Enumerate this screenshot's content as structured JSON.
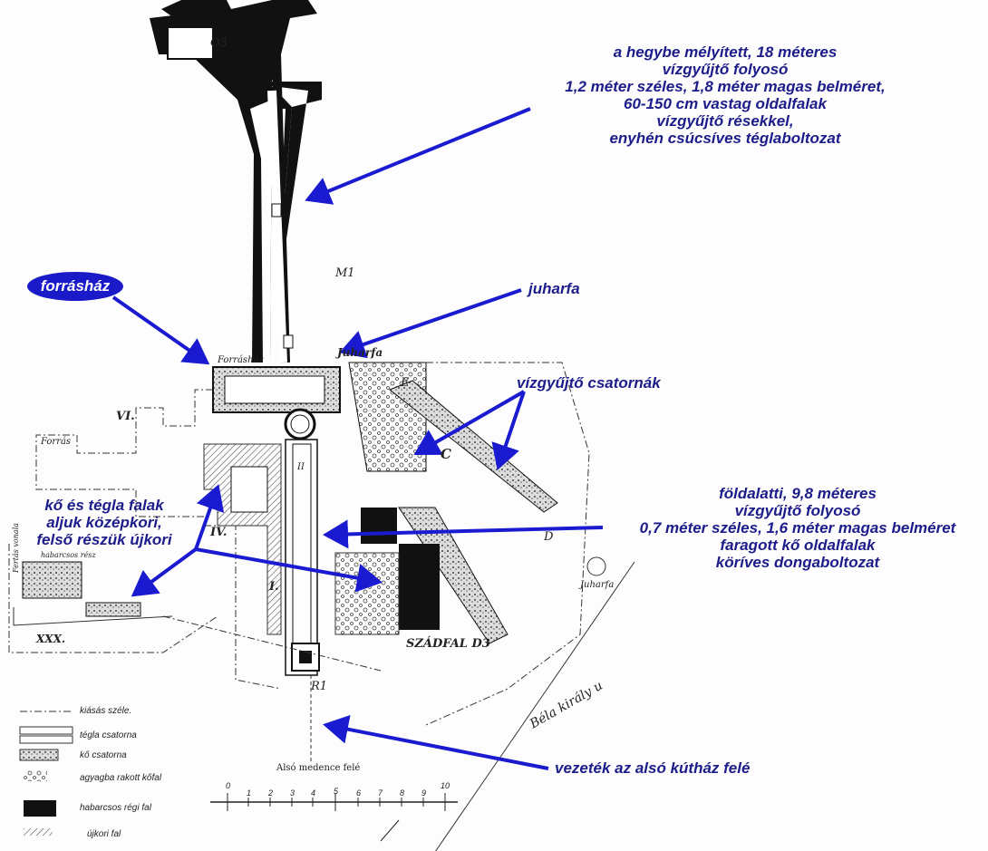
{
  "annotations": {
    "corridor_upper": [
      "a hegybe mélyített, 18 méteres",
      "vízgyűjtő folyosó",
      "1,2 méter széles, 1,8 méter magas belméret,",
      "60-150 cm vastag oldalfalak",
      "vízgyűjtő résekkel,",
      "enyhén csúcsíves téglaboltozat"
    ],
    "springhouse": "forrásház",
    "maple": "juharfa",
    "channels": "vízgyűjtő csatornák",
    "corridor_lower": [
      "földalatti, 9,8 méteres",
      "vízgyűjtő folyosó",
      "0,7 méter széles, 1,6 méter magas belméret",
      "faragott kő oldalfalak",
      "köríves dongaboltozat"
    ],
    "walls": [
      "kő és tégla falak",
      "aljuk középkori,",
      "felső részük újkori"
    ],
    "pipe": "vezeték az alsó kútház felé"
  },
  "plan_labels": {
    "forrashaz": "Forrásház",
    "jubarfa": "Juharfa",
    "forras": "Forrás",
    "vi": "VI.",
    "iv": "IV.",
    "i": "I.",
    "ii": "II",
    "xxx": "XXX.",
    "habarcsos": "habarcsos rész",
    "szadfal": "SZÁDFAL D3",
    "bela": "Béla király u",
    "juharfa2": "Juharfa",
    "also": "Alsó medence felé",
    "c": "C",
    "m1": "M1",
    "r1": "R1",
    "e": "E",
    "d": "D",
    "o3": "O3",
    "fertas": "Fertás vonala"
  },
  "legend": [
    {
      "label": "kiásás széle.",
      "symbol": "dash-dot-line"
    },
    {
      "label": "tégla csatorna",
      "symbol": "brick-channel"
    },
    {
      "label": "kő csatorna",
      "symbol": "stone-channel"
    },
    {
      "label": "agyagba rakott kőfal",
      "symbol": "clay-stone-wall"
    },
    {
      "label": "habarcsos régi fal",
      "symbol": "black-fill"
    },
    {
      "label": "újkori fal",
      "symbol": "hatched"
    }
  ],
  "scale": {
    "ticks": [
      "0",
      "1",
      "2",
      "3",
      "4",
      "5",
      "6",
      "7",
      "8",
      "9",
      "10"
    ]
  },
  "colors": {
    "annotation_text": "#1c1c8a",
    "arrow": "#1a1ad0",
    "pill": "#1a1ac8",
    "wall": "#111111"
  }
}
